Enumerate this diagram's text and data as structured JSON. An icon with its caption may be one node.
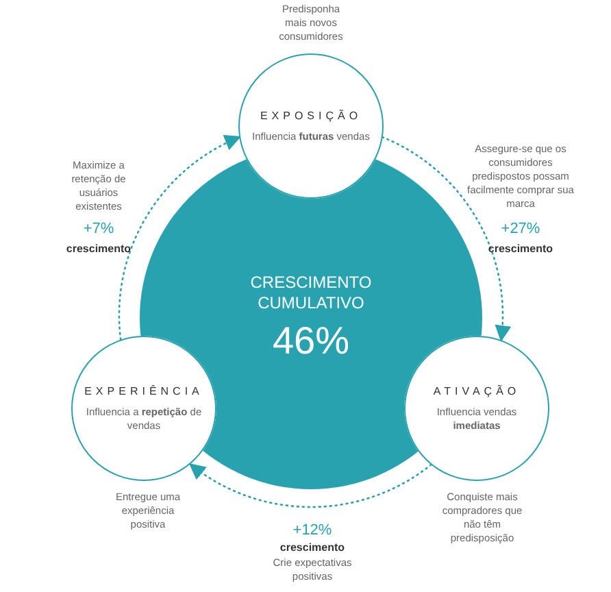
{
  "diagram": {
    "nodes": [
      {
        "text": [
          "**CRESCIMENTO** CUMULATIVO",
          "46%"
        ]
      },
      {
        "text": [
          "EXPOSIÇÃO",
          "Influencia **futuras** vendas"
        ],
        "beside": [
          "Predisponha mais novos consumidores"
        ]
      },
      {
        "text": [
          "ATIVAÇÃO",
          "Influencia vendas **imediatas**"
        ]
      },
      {
        "text": [
          "EXPERIÊNCIA",
          "Influencia a **repetição** de vendas"
        ]
      }
    ],
    "edges": [
      {
        "from": 1,
        "to": 2,
        "arrow": "to",
        "label": "+27%",
        "style": "dashed"
      },
      {
        "from": 2,
        "to": 3,
        "arrow": "to",
        "label": "+12%",
        "style": "dashed"
      },
      {
        "from": 3,
        "to": 1,
        "arrow": "to",
        "label": "+7%",
        "style": "dashed"
      }
    ],
    "labels": [
      "Maximize a retenção de usuários existentes",
      "crescimento",
      "Assegure-se que os consumidores predispostos possam facilmente comprar sua marca",
      "crescimento",
      "Entregue uma experiência positiva",
      "Conquiste mais compradores que não têm predisposição",
      "crescimento",
      "Crie expectativas positivas"
    ]
  }
}
